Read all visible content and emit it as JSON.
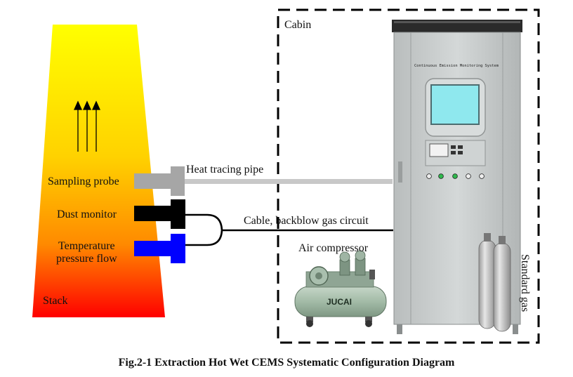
{
  "labels": {
    "cabin": "Cabin",
    "heat_tracing_pipe": "Heat tracing pipe",
    "sampling_probe": "Sampling probe",
    "dust_monitor": "Dust monitor",
    "temp_pressure_line1": "Temperature",
    "temp_pressure_line2": "pressure flow",
    "cable_backblow": "Cable, backblow gas circuit",
    "air_compressor": "Air compressor",
    "stack": "Stack",
    "standard_gas": "Standard gas",
    "cabinet_header": "Continuous Emission Monitoring System",
    "compressor_brand": "JUCAI"
  },
  "caption": "Fig.2-1 Extraction Hot Wet CEMS Systematic Configuration Diagram",
  "colors": {
    "stack_top": "#ffff00",
    "stack_bottom": "#ff0000",
    "probe_gray": "#a6a6a6",
    "dust_black": "#000000",
    "temp_blue": "#0000ff",
    "cabinet_gray": "#c8cccc",
    "screen_cyan": "#8fe8ee",
    "compressor_green": "#9fb8a4"
  }
}
